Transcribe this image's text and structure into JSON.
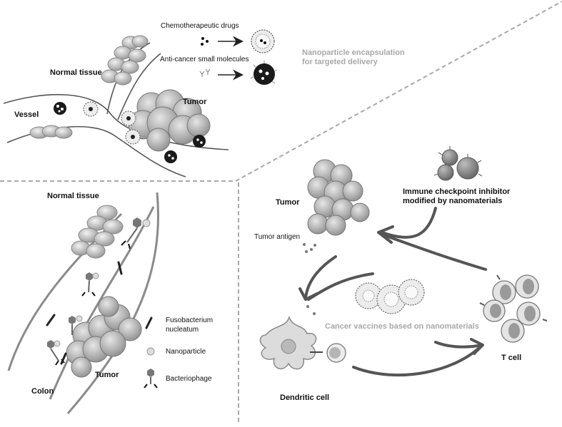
{
  "panel_top_left": {
    "drug_label": "Chemotherapeutic drugs",
    "small_molecule_label": "Anti-cancer small molecules",
    "encapsulation_line1": "Nanoparticle encapsulation",
    "encapsulation_line2": "for targeted delivery",
    "normal_tissue": "Normal tissue",
    "vessel": "Vessel",
    "tumor": "Tumor"
  },
  "panel_bottom_left": {
    "normal_tissue": "Normal tissue",
    "colon": "Colon",
    "tumor": "Tumor",
    "legend_fuso_line1": "Fusobacterium",
    "legend_fuso_line2": "nucleatum",
    "legend_nanoparticle": "Nanoparticle",
    "legend_phage": "Bacteriophage"
  },
  "panel_right": {
    "tumor": "Tumor",
    "tumor_antigen": "Tumor antigen",
    "checkpoint_line1": "Immune checkpoint inhibitor",
    "checkpoint_line2": "modified by nanomaterials",
    "vaccines": "Cancer vaccines based on nanomaterials",
    "dendritic_cell": "Dendritic cell",
    "t_cell": "T cell"
  },
  "colors": {
    "divider": "#a8a8a8",
    "cell_fill": "#d2d2d2",
    "dark_particle": "#1a1a1a",
    "arrow": "#555555"
  },
  "icons": [
    "nanoparticle-liposome-icon",
    "dark-nanoparticle-icon",
    "bacteriophage-icon",
    "fusobacterium-icon",
    "dendritic-cell-icon",
    "t-cell-icon",
    "tumor-cluster-icon"
  ]
}
